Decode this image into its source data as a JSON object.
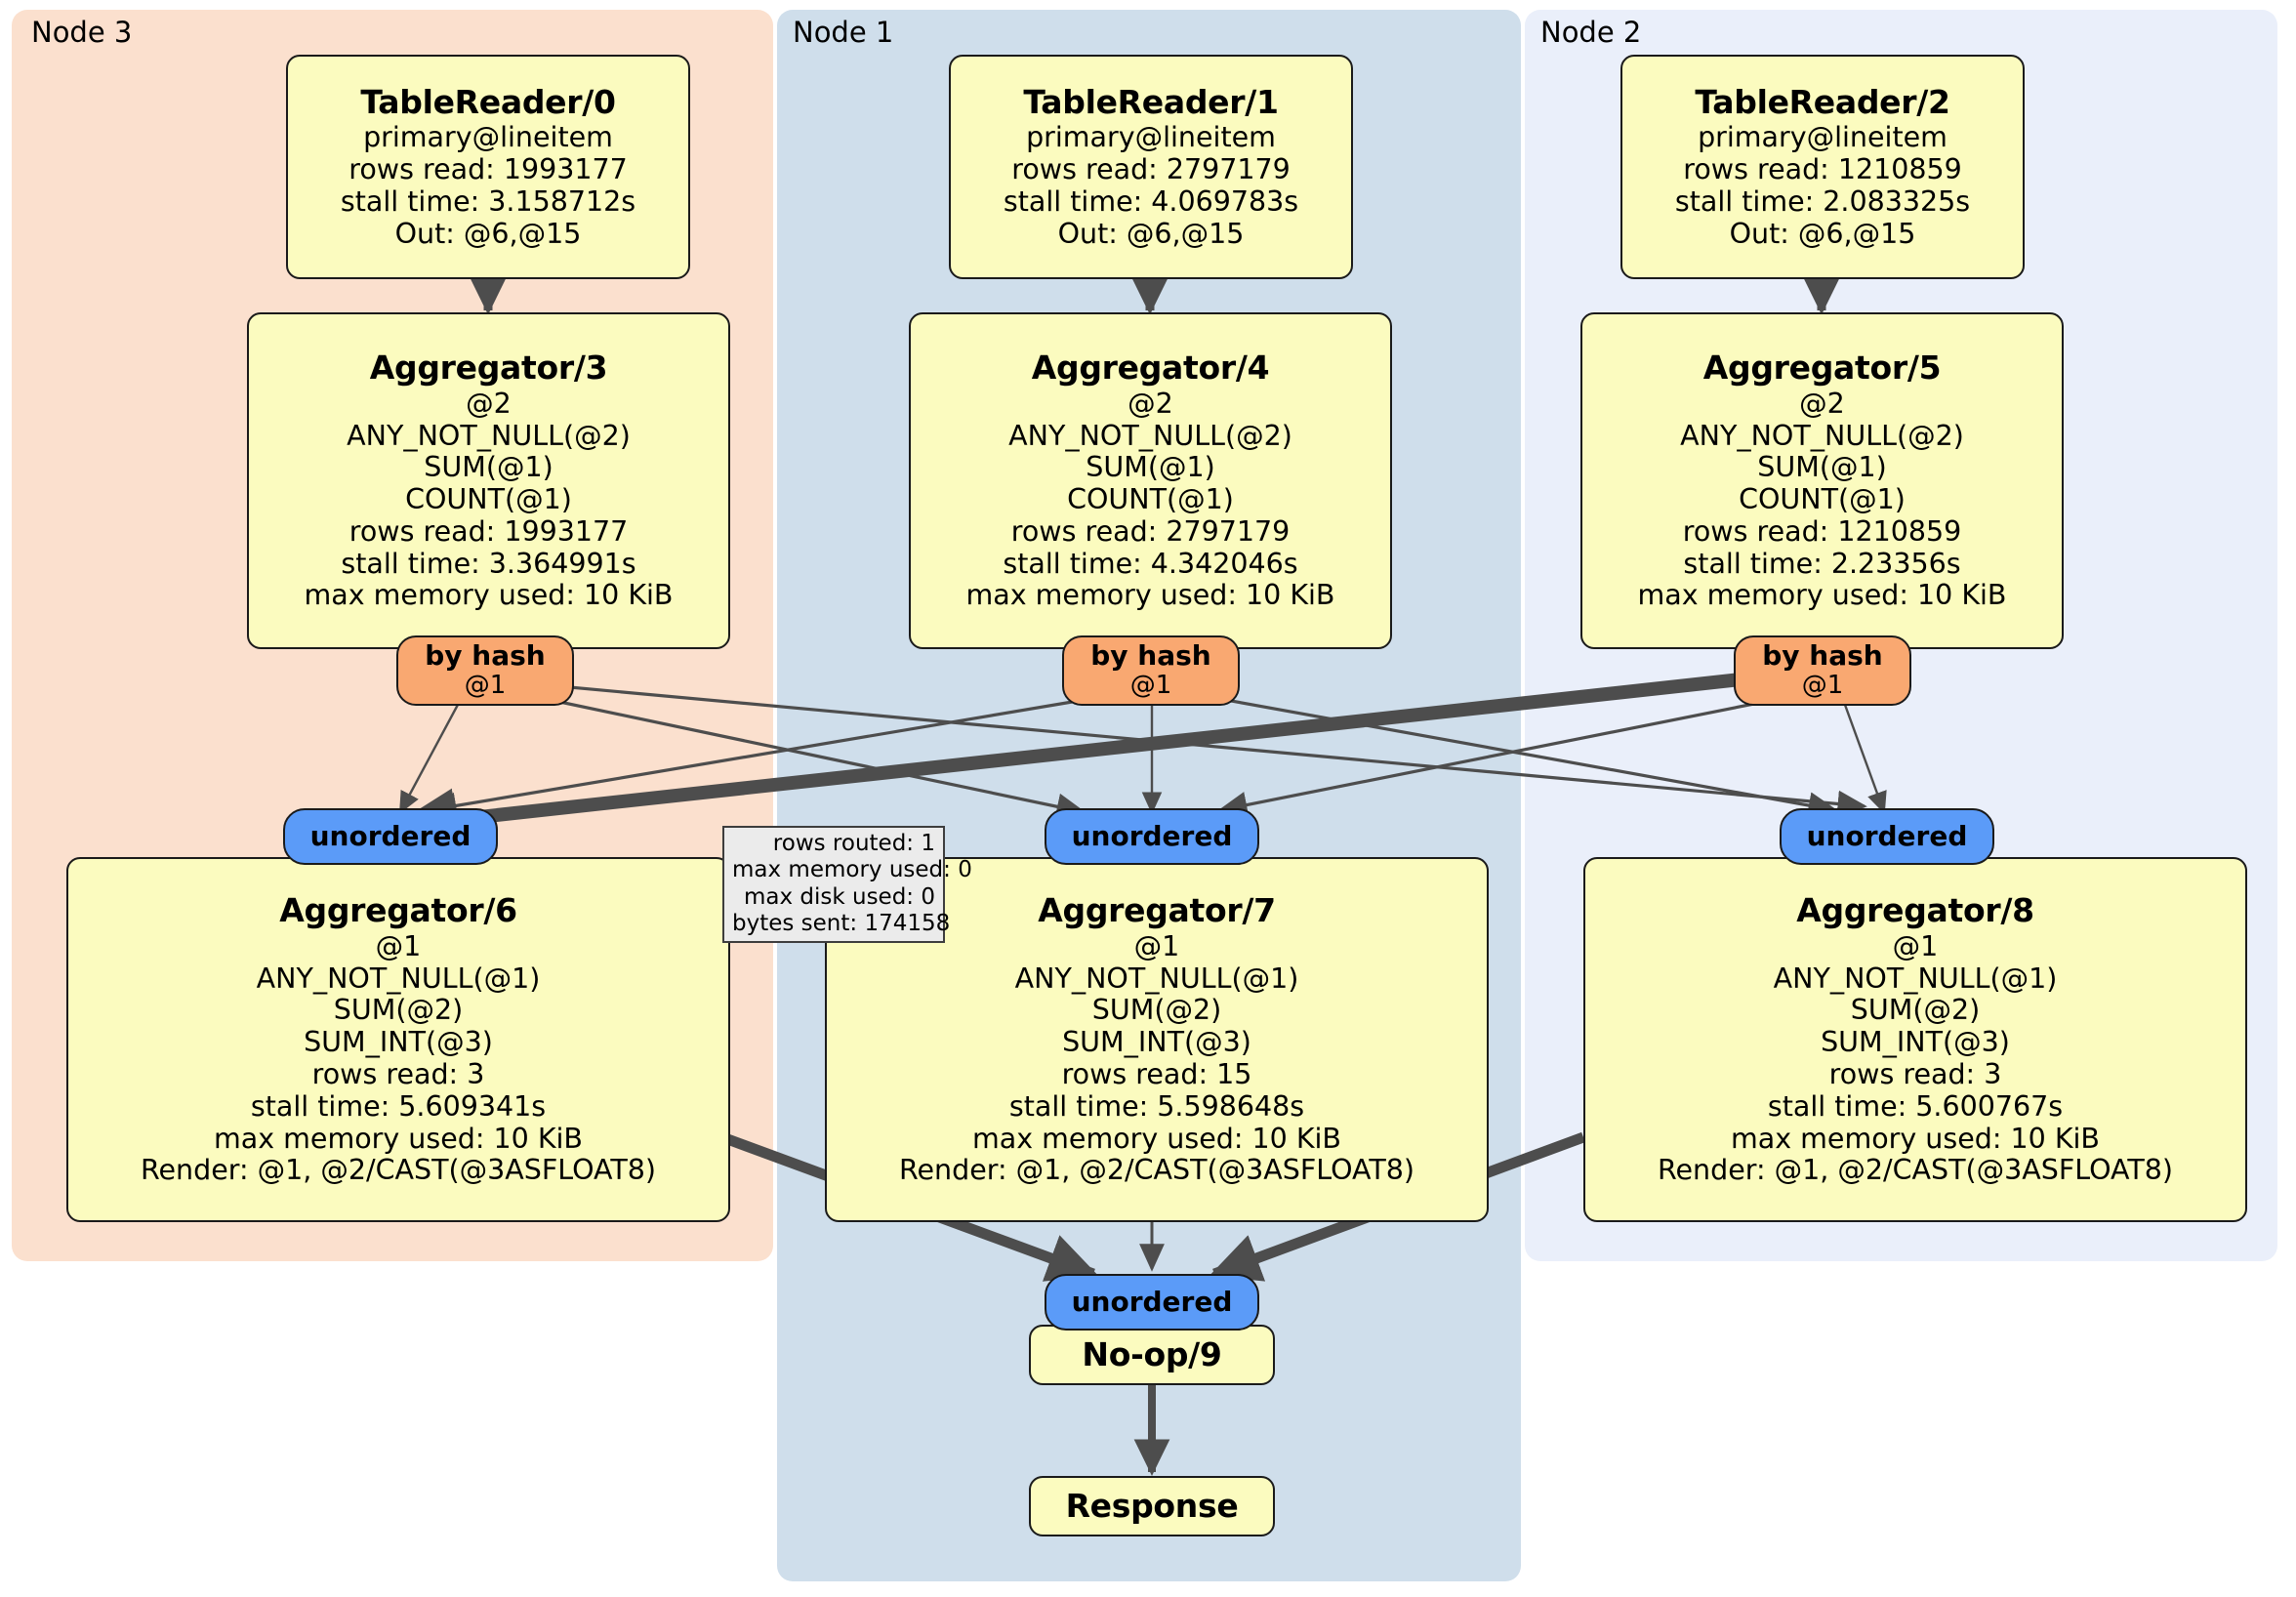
{
  "clusters": [
    {
      "name": "node-3",
      "label": "Node 3",
      "color": "#fbe0ce"
    },
    {
      "name": "node-1",
      "label": "Node 1",
      "color": "#cfdeeb"
    },
    {
      "name": "node-2",
      "label": "Node 2",
      "color": "#eaeffa"
    }
  ],
  "operators": [
    {
      "name": "table-reader-0",
      "title": "TableReader/0",
      "lines": [
        "primary@lineitem",
        "rows read: 1993177",
        "stall time: 3.158712s",
        "Out: @6,@15"
      ]
    },
    {
      "name": "table-reader-1",
      "title": "TableReader/1",
      "lines": [
        "primary@lineitem",
        "rows read: 2797179",
        "stall time: 4.069783s",
        "Out: @6,@15"
      ]
    },
    {
      "name": "table-reader-2",
      "title": "TableReader/2",
      "lines": [
        "primary@lineitem",
        "rows read: 1210859",
        "stall time: 2.083325s",
        "Out: @6,@15"
      ]
    },
    {
      "name": "aggregator-3",
      "title": "Aggregator/3",
      "lines": [
        "@2",
        "ANY_NOT_NULL(@2)",
        "SUM(@1)",
        "COUNT(@1)",
        "rows read: 1993177",
        "stall time: 3.364991s",
        "max memory used: 10 KiB"
      ]
    },
    {
      "name": "aggregator-4",
      "title": "Aggregator/4",
      "lines": [
        "@2",
        "ANY_NOT_NULL(@2)",
        "SUM(@1)",
        "COUNT(@1)",
        "rows read: 2797179",
        "stall time: 4.342046s",
        "max memory used: 10 KiB"
      ]
    },
    {
      "name": "aggregator-5",
      "title": "Aggregator/5",
      "lines": [
        "@2",
        "ANY_NOT_NULL(@2)",
        "SUM(@1)",
        "COUNT(@1)",
        "rows read: 1210859",
        "stall time: 2.23356s",
        "max memory used: 10 KiB"
      ]
    },
    {
      "name": "aggregator-6",
      "title": "Aggregator/6",
      "lines": [
        "@1",
        "ANY_NOT_NULL(@1)",
        "SUM(@2)",
        "SUM_INT(@3)",
        "rows read: 3",
        "stall time: 5.609341s",
        "max memory used: 10 KiB",
        "Render: @1, @2/CAST(@3ASFLOAT8)"
      ]
    },
    {
      "name": "aggregator-7",
      "title": "Aggregator/7",
      "lines": [
        "@1",
        "ANY_NOT_NULL(@1)",
        "SUM(@2)",
        "SUM_INT(@3)",
        "rows read: 15",
        "stall time: 5.598648s",
        "max memory used: 10 KiB",
        "Render: @1, @2/CAST(@3ASFLOAT8)"
      ]
    },
    {
      "name": "aggregator-8",
      "title": "Aggregator/8",
      "lines": [
        "@1",
        "ANY_NOT_NULL(@1)",
        "SUM(@2)",
        "SUM_INT(@3)",
        "rows read: 3",
        "stall time: 5.600767s",
        "max memory used: 10 KiB",
        "Render: @1, @2/CAST(@3ASFLOAT8)"
      ]
    },
    {
      "name": "no-op-9",
      "title": "No-op/9",
      "lines": []
    },
    {
      "name": "response",
      "title": "Response",
      "lines": []
    }
  ],
  "routers": [
    {
      "name": "by-hash-3",
      "kind": "hash",
      "title": "by hash",
      "sub": "@1"
    },
    {
      "name": "by-hash-4",
      "kind": "hash",
      "title": "by hash",
      "sub": "@1"
    },
    {
      "name": "by-hash-5",
      "kind": "hash",
      "title": "by hash",
      "sub": "@1"
    },
    {
      "name": "unordered-6",
      "kind": "unordered",
      "title": "unordered",
      "sub": ""
    },
    {
      "name": "unordered-7",
      "kind": "unordered",
      "title": "unordered",
      "sub": ""
    },
    {
      "name": "unordered-8",
      "kind": "unordered",
      "title": "unordered",
      "sub": ""
    },
    {
      "name": "unordered-final",
      "kind": "unordered",
      "title": "unordered",
      "sub": ""
    }
  ],
  "stats_tooltip": {
    "name": "stream-stats-tooltip",
    "lines": [
      "rows routed: 1",
      "max memory used: 0",
      "max disk used: 0",
      "bytes sent: 174158"
    ]
  },
  "colors": {
    "operator_fill": "#fbfbbf",
    "operator_stroke": "#1a1a1a",
    "hash_fill": "#f9a871",
    "unordered_fill": "#5b9bf8",
    "edge": "#4d4d4d",
    "tooltip_fill": "#ebebeb"
  }
}
